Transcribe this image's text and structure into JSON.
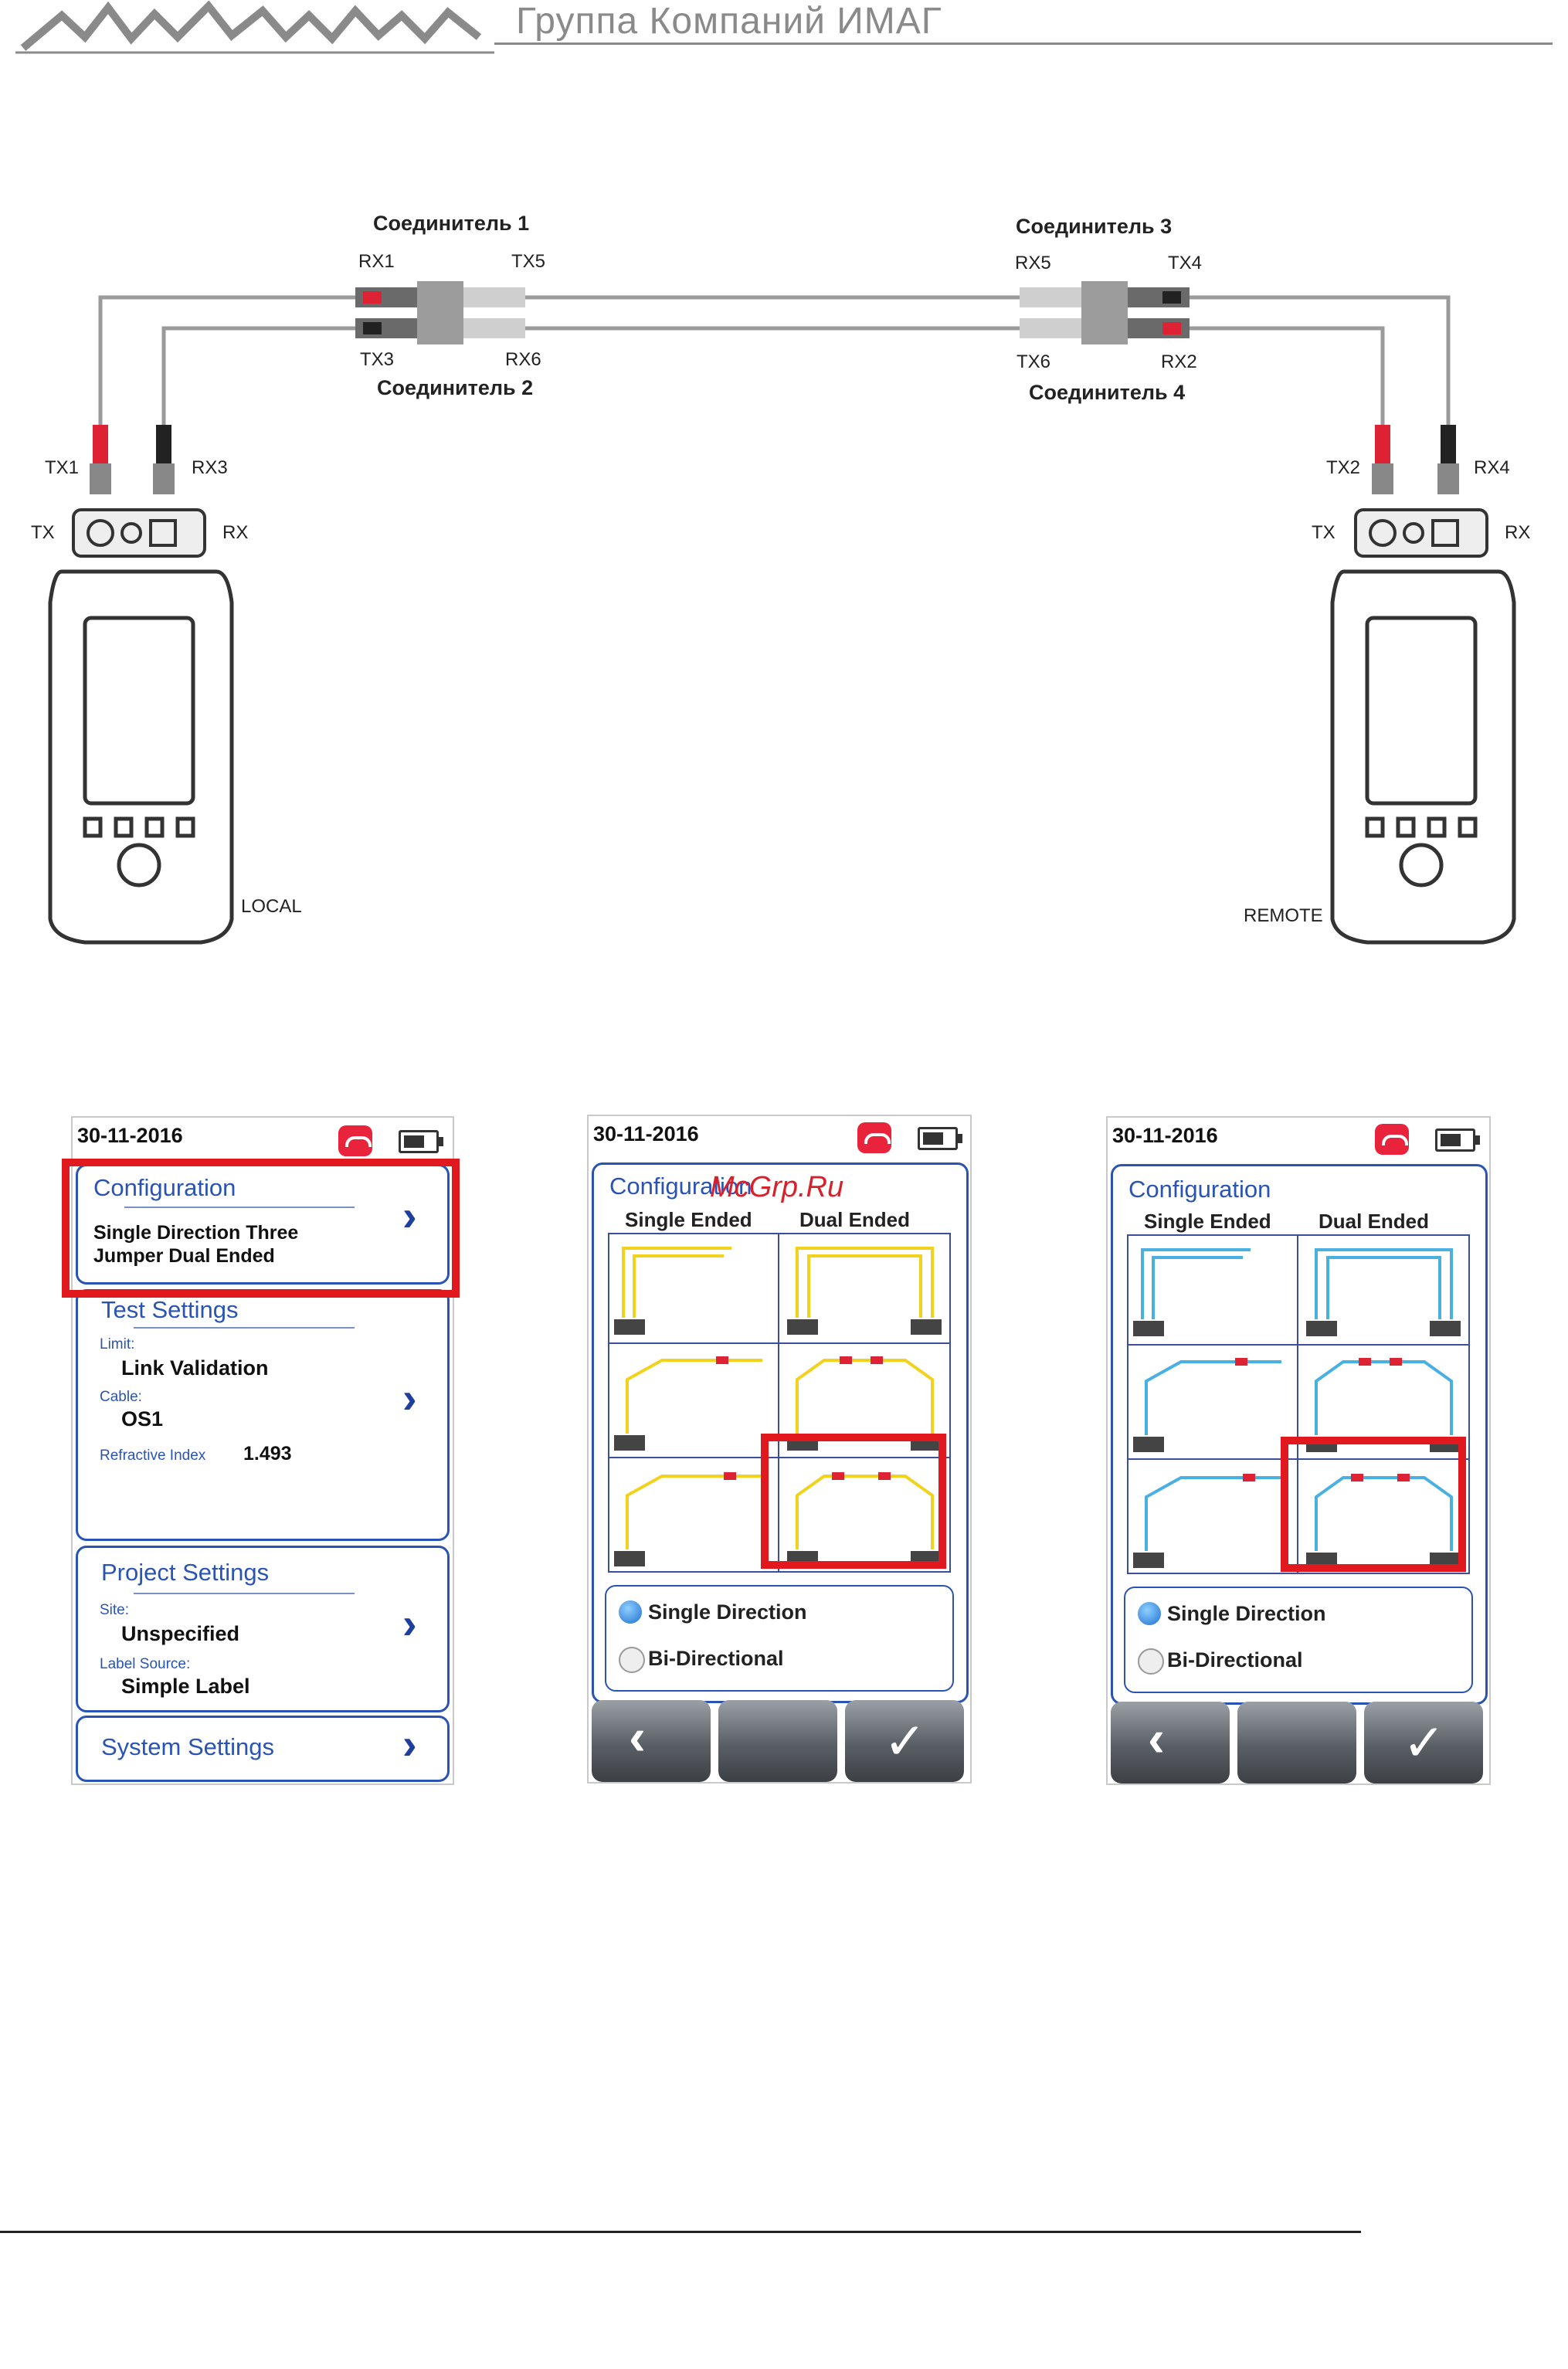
{
  "header": {
    "company": "Группа Компаний ИМАГ",
    "logo_colors": {
      "stripe": "#8a8a8a"
    }
  },
  "diagram": {
    "connectors": {
      "c1": "Соединитель 1",
      "c2": "Соединитель 2",
      "c3": "Соединитель 3",
      "c4": "Соединитель 4"
    },
    "ports": {
      "rx1": "RX1",
      "tx5": "TX5",
      "tx3": "TX3",
      "rx6": "RX6",
      "rx5": "RX5",
      "tx4": "TX4",
      "tx6": "TX6",
      "rx2": "RX2",
      "tx1": "TX1",
      "rx3": "RX3",
      "tx2": "TX2",
      "rx4": "RX4",
      "tx_l": "TX",
      "rx_l": "RX",
      "tx_r": "TX",
      "rx_r": "RX"
    },
    "devices": {
      "local": "LOCAL",
      "remote": "REMOTE"
    }
  },
  "screen1": {
    "date": "30-11-2016",
    "configuration": {
      "title": "Configuration",
      "line1": "Single Direction Three",
      "line2": "Jumper Dual Ended"
    },
    "test_settings": {
      "title": "Test Settings",
      "limit_key": "Limit:",
      "limit_val": "Link Validation",
      "cable_key": "Cable:",
      "cable_val": "OS1",
      "ri_key": "Refractive Index",
      "ri_val": "1.493"
    },
    "project_settings": {
      "title": "Project Settings",
      "site_key": "Site:",
      "site_val": "Unspecified",
      "label_key": "Label Source:",
      "label_val": "Simple Label"
    },
    "system_settings": {
      "title": "System Settings"
    }
  },
  "screen2": {
    "date": "30-11-2016",
    "title": "Configuration",
    "watermark": "McGrp.Ru",
    "col_single": "Single Ended",
    "col_dual": "Dual Ended",
    "opt_single": "Single Direction",
    "opt_bi": "Bi-Directional",
    "fiber_color": "#f2d21c"
  },
  "screen3": {
    "date": "30-11-2016",
    "title": "Configuration",
    "col_single": "Single Ended",
    "col_dual": "Dual Ended",
    "opt_single": "Single Direction",
    "opt_bi": "Bi-Directional",
    "fiber_color": "#4ab0e2"
  },
  "colors": {
    "highlight": "#e2181f",
    "accent": "#2a54b4"
  }
}
